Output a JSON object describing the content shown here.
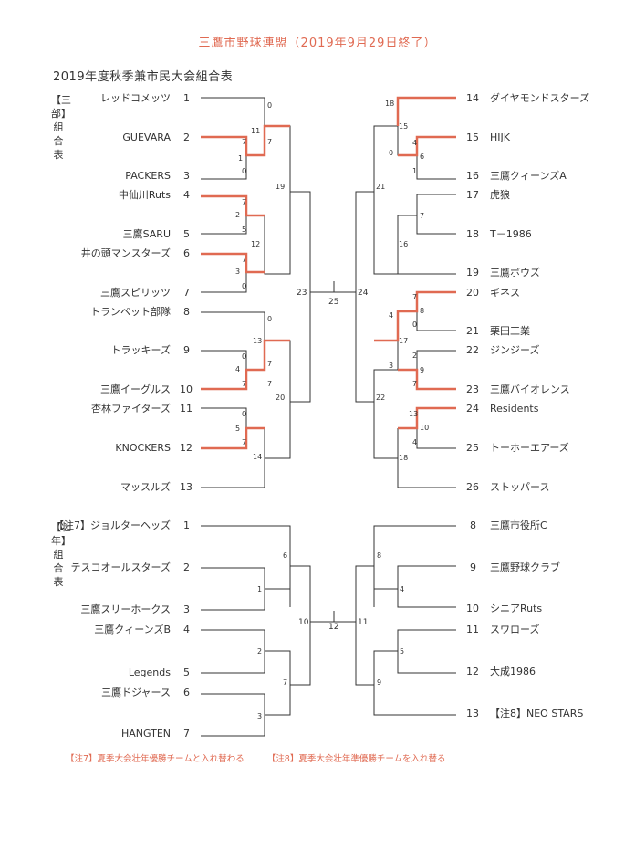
{
  "title": "三鷹市野球連盟（2019年9月29日終了）",
  "section_title": "2019年度秋季兼市民大会組合表",
  "colors": {
    "accent": "#e06a52",
    "line": "#333333"
  },
  "divisions": {
    "sanbu": {
      "label": "【三部】組合表",
      "left_teams": [
        {
          "seed": "1",
          "name": "レッドコメッツ"
        },
        {
          "seed": "2",
          "name": "GUEVARA"
        },
        {
          "seed": "3",
          "name": "PACKERS"
        },
        {
          "seed": "4",
          "name": "中仙川Ruts"
        },
        {
          "seed": "5",
          "name": "三鷹SARU"
        },
        {
          "seed": "6",
          "name": "井の頭マンスターズ"
        },
        {
          "seed": "7",
          "name": "三鷹スピリッツ"
        },
        {
          "seed": "8",
          "name": "トランペット部隊"
        },
        {
          "seed": "9",
          "name": "トラッキーズ"
        },
        {
          "seed": "10",
          "name": "三鷹イーグルス"
        },
        {
          "seed": "11",
          "name": "杏林ファイターズ"
        },
        {
          "seed": "12",
          "name": "KNOCKERS"
        },
        {
          "seed": "13",
          "name": "マッスルズ"
        }
      ],
      "right_teams": [
        {
          "seed": "14",
          "name": "ダイヤモンドスターズ"
        },
        {
          "seed": "15",
          "name": "HIJK"
        },
        {
          "seed": "16",
          "name": "三鷹クィーンズA"
        },
        {
          "seed": "17",
          "name": "虎狼"
        },
        {
          "seed": "18",
          "name": "T－1986"
        },
        {
          "seed": "19",
          "name": "三鷹ボウズ"
        },
        {
          "seed": "20",
          "name": "ギネス"
        },
        {
          "seed": "21",
          "name": "栗田工業"
        },
        {
          "seed": "22",
          "name": "ジンジーズ"
        },
        {
          "seed": "23",
          "name": "三鷹バイオレンス"
        },
        {
          "seed": "24",
          "name": "Residents"
        },
        {
          "seed": "25",
          "name": "トーホーエアーズ"
        },
        {
          "seed": "26",
          "name": "ストッパース"
        }
      ]
    },
    "sonen": {
      "label": "【壮年】組合表",
      "left_teams": [
        {
          "seed": "1",
          "name": "【注7】ジョルターヘッズ"
        },
        {
          "seed": "2",
          "name": "テスコオールスターズ"
        },
        {
          "seed": "3",
          "name": "三鷹スリーホークス"
        },
        {
          "seed": "4",
          "name": "三鷹クィーンズB"
        },
        {
          "seed": "5",
          "name": "Legends"
        },
        {
          "seed": "6",
          "name": "三鷹ドジャース"
        },
        {
          "seed": "7",
          "name": "HANGTEN"
        }
      ],
      "right_teams": [
        {
          "seed": "8",
          "name": "三鷹市役所C"
        },
        {
          "seed": "9",
          "name": "三鷹野球クラブ"
        },
        {
          "seed": "10",
          "name": "シニアRuts"
        },
        {
          "seed": "11",
          "name": "スワローズ"
        },
        {
          "seed": "12",
          "name": "大成1986"
        },
        {
          "seed": "13",
          "name": "【注8】NEO  STARS"
        }
      ]
    }
  },
  "notes": [
    "【注7】夏季大会壮年優勝チームと入れ替わる",
    "【注8】夏季大会壮年準優勝チームを入れ替る"
  ],
  "match_numbers": [
    "0",
    "1",
    "2",
    "3",
    "4",
    "5",
    "6",
    "7",
    "8",
    "9",
    "10",
    "11",
    "12",
    "13",
    "14",
    "15",
    "16",
    "17",
    "18",
    "19",
    "20",
    "21",
    "22",
    "23",
    "24",
    "25"
  ]
}
